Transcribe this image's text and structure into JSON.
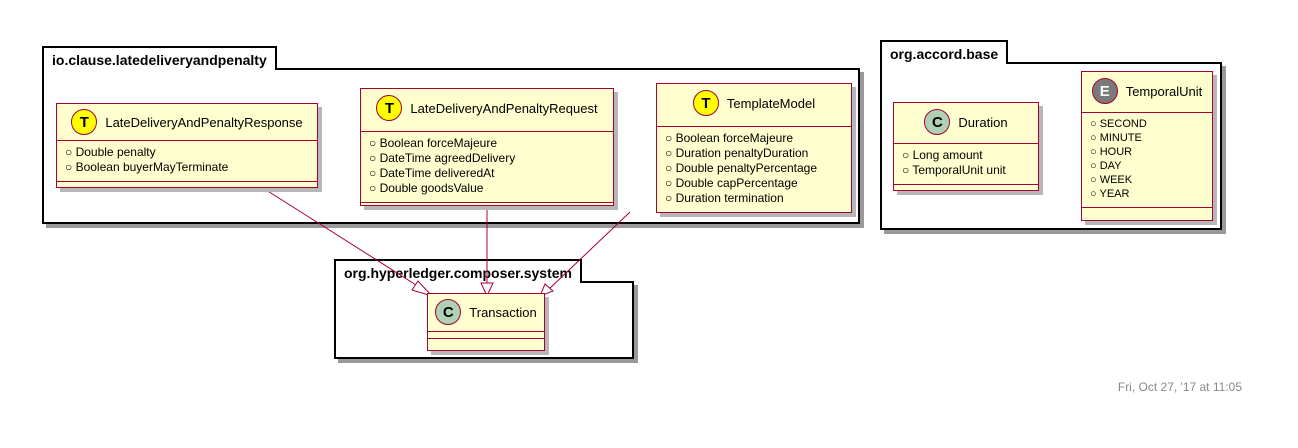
{
  "packages": {
    "clause": {
      "name": "io.clause.latedeliveryandpenalty",
      "classes": {
        "response": {
          "stereotype": "T",
          "name": "LateDeliveryAndPenaltyResponse",
          "attributes": [
            "○ Double penalty",
            "○ Boolean buyerMayTerminate"
          ]
        },
        "request": {
          "stereotype": "T",
          "name": "LateDeliveryAndPenaltyRequest",
          "attributes": [
            "○ Boolean forceMajeure",
            "○ DateTime agreedDelivery",
            "○ DateTime deliveredAt",
            "○ Double goodsValue"
          ]
        },
        "template": {
          "stereotype": "T",
          "name": "TemplateModel",
          "attributes": [
            "○ Boolean forceMajeure",
            "○ Duration penaltyDuration",
            "○ Double penaltyPercentage",
            "○ Double capPercentage",
            "○ Duration termination"
          ]
        }
      }
    },
    "accord": {
      "name": "org.accord.base",
      "classes": {
        "duration": {
          "stereotype": "C",
          "name": "Duration",
          "attributes": [
            "○ Long amount",
            "○ TemporalUnit unit"
          ]
        },
        "temporal": {
          "stereotype": "E",
          "name": "TemporalUnit",
          "attributes": [
            "○ SECOND",
            "○ MINUTE",
            "○ HOUR",
            "○ DAY",
            "○ WEEK",
            "○ YEAR"
          ]
        }
      }
    },
    "system": {
      "name": "org.hyperledger.composer.system",
      "classes": {
        "transaction": {
          "stereotype": "C",
          "name": "Transaction"
        }
      }
    }
  },
  "footer": {
    "timestamp": "Fri, Oct 27, '17 at 11:05"
  }
}
